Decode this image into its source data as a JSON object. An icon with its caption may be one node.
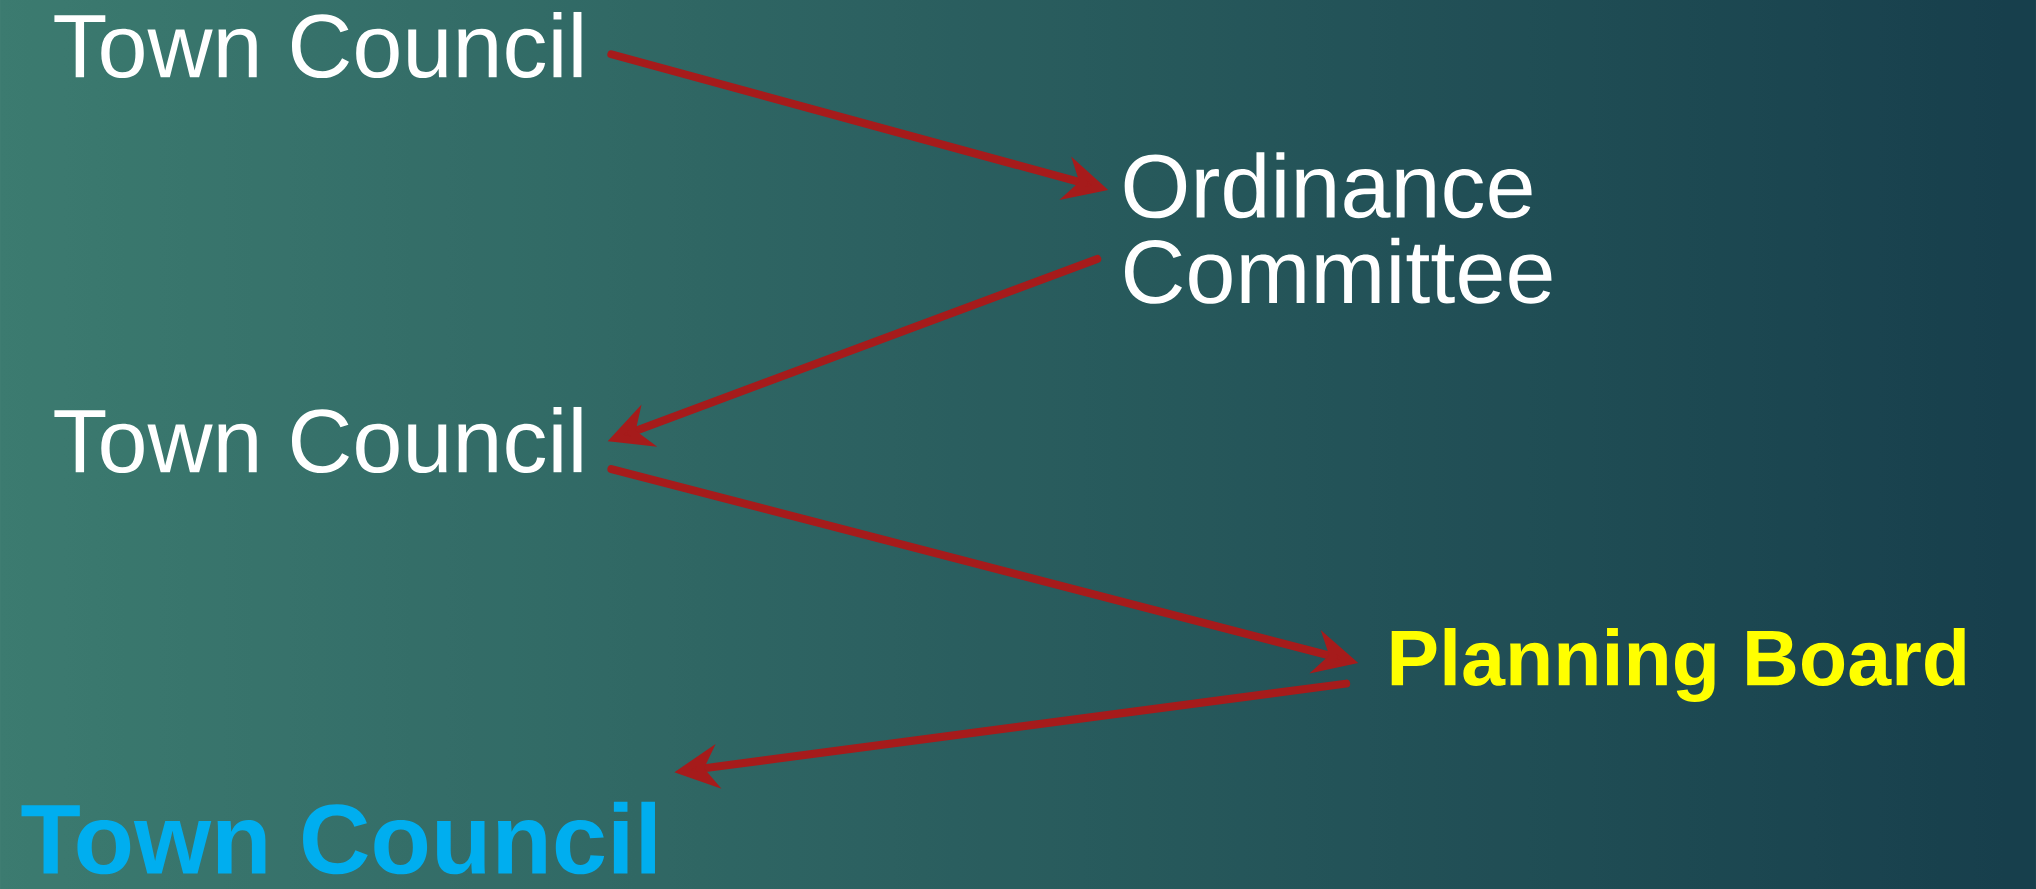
{
  "diagram": {
    "nodes": [
      {
        "text": [
          "Town Council"
        ]
      },
      {
        "text": [
          "Ordinance Committee"
        ]
      },
      {
        "text": [
          "Town Council"
        ]
      },
      {
        "text": [
          "Planning Board"
        ]
      },
      {
        "text": [
          "Town Council"
        ]
      }
    ],
    "edges": [
      {
        "from": 0,
        "to": 1,
        "arrow": "to"
      },
      {
        "from": 1,
        "to": 2,
        "arrow": "to"
      },
      {
        "from": 2,
        "to": 3,
        "arrow": "to"
      },
      {
        "from": 3,
        "to": 4,
        "arrow": "to"
      }
    ]
  }
}
